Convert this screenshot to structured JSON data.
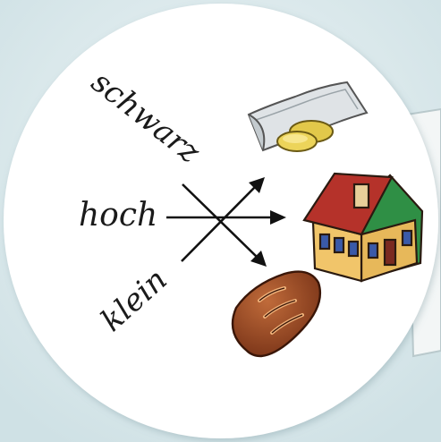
{
  "words": {
    "top": "schwarz",
    "middle": "hoch",
    "bottom": "klein"
  },
  "pictures": {
    "top": "money-icon",
    "middle": "house-icon",
    "bottom": "bread-icon"
  },
  "colors": {
    "background": "#dce9ec",
    "disc": "#ffffff",
    "ink": "#1a1a1a",
    "roof": "#b5322a",
    "gable": "#2f8f45",
    "wall": "#f1c56a",
    "bread": "#9a4a2a",
    "coin": "#e2c84a"
  }
}
